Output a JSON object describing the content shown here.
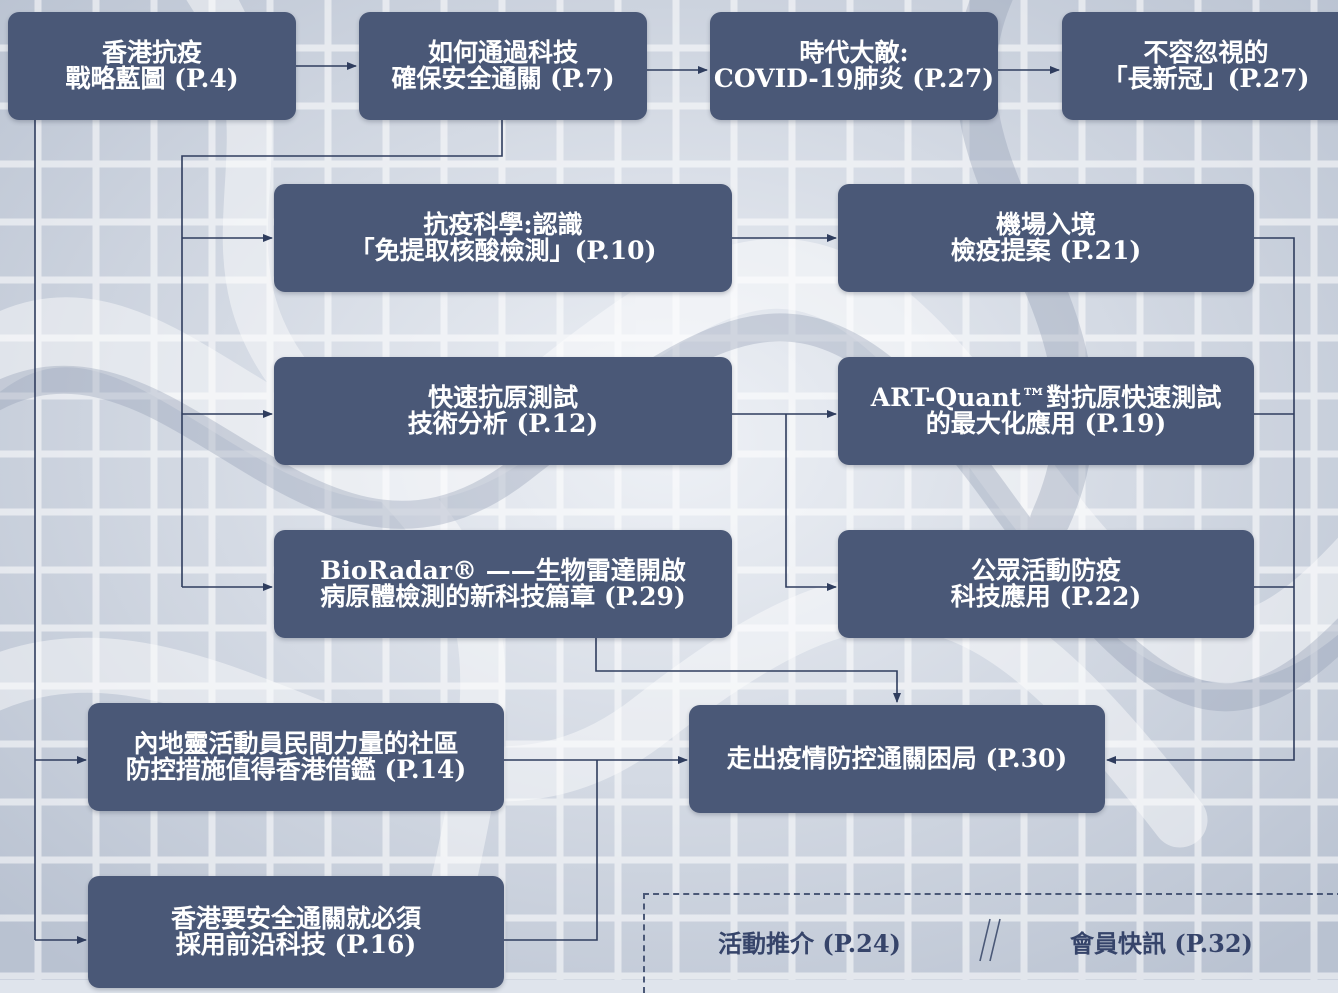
{
  "nodes": {
    "blueprint": [
      "香港抗疫",
      "戰略藍圖 (P.4)"
    ],
    "tech_clearance": [
      "如何通過科技",
      "確保安全通關 (P.7)"
    ],
    "covid": [
      "時代大敵:",
      "COVID-19肺炎 (P.27)"
    ],
    "long_covid": [
      "不容忽視的",
      "「長新冠」(P.27)"
    ],
    "antigen_science": [
      "抗疫科學:認識",
      "「免提取核酸檢測」(P.10)"
    ],
    "airport": [
      "機場入境",
      "檢疫提案 (P.21)"
    ],
    "rapid_test": [
      "快速抗原測試",
      "技術分析 (P.12)"
    ],
    "art_quant": [
      "ART-Quant™對抗原快速測試",
      "的最大化應用 (P.19)"
    ],
    "public_events": [
      "公眾活動防疫",
      "科技應用 (P.22)"
    ],
    "bioradar": [
      "BioRadar® ——生物雷達開啟",
      "病原體檢測的新科技篇章 (P.29)"
    ],
    "mainland": [
      "內地靈活動員民間力量的社區",
      "防控措施值得香港借鑑 (P.14)"
    ],
    "exit_deadlock": [
      "走出疫情防控通關困局 (P.30)"
    ],
    "frontier_tech": [
      "香港要安全通關就必須",
      "採用前沿科技 (P.16)"
    ]
  },
  "footer": {
    "activities": "活動推介 (P.24)",
    "member_news": "會員快訊 (P.32)"
  },
  "colors": {
    "node_fill": "#4a5877",
    "node_text": "#ffffff",
    "connector": "#2f3d5e",
    "footer_text": "#36446a"
  }
}
